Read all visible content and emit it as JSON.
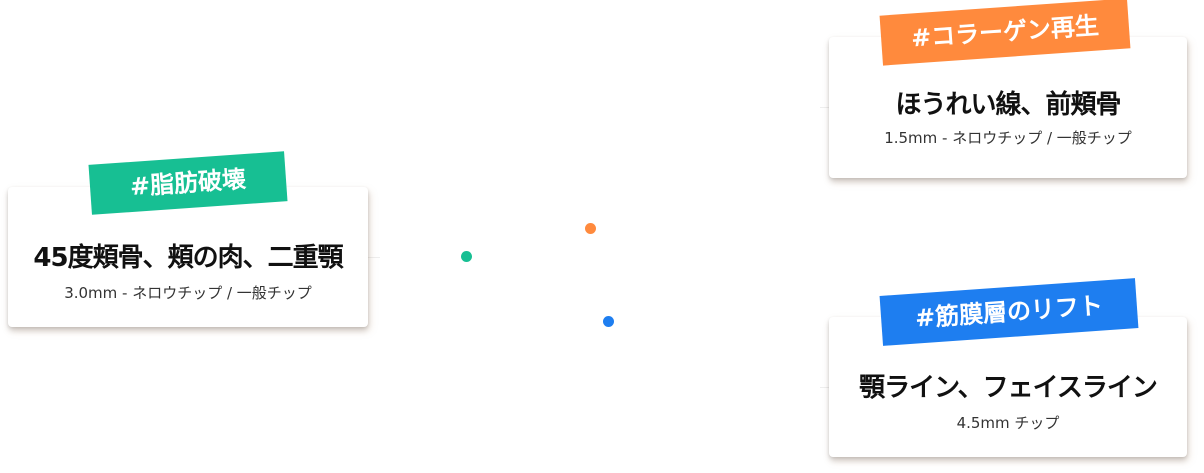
{
  "colors": {
    "green": "#17bf93",
    "orange": "#ff8a3d",
    "blue": "#1e7ef0"
  },
  "cards": {
    "left": {
      "tag": "#脂肪破壊",
      "title": "45度頬骨、頬の肉、二重顎",
      "subtitle": "3.0mm - ネロウチップ / 一般チップ"
    },
    "top_right": {
      "tag": "#コラーゲン再生",
      "title": "ほうれい線、前頬骨",
      "subtitle": "1.5mm - ネロウチップ / 一般チップ"
    },
    "bottom_right": {
      "tag": "#筋膜層のリフト",
      "title": "顎ライン、フェイスライン",
      "subtitle": "4.5mm チップ"
    }
  }
}
